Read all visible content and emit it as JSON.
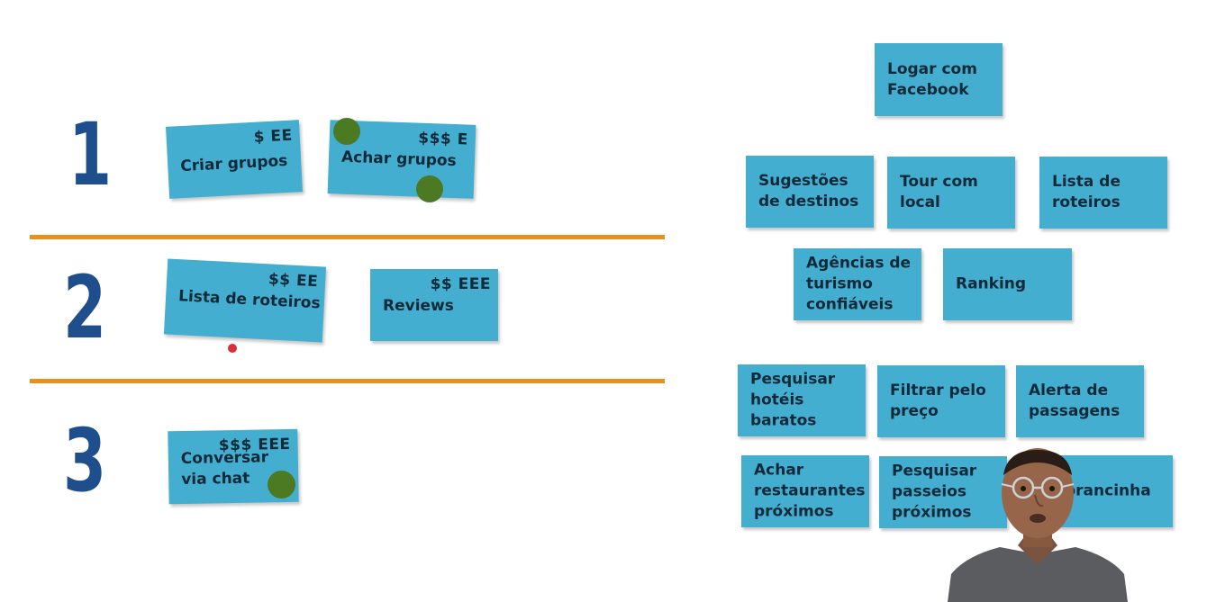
{
  "priorities": [
    {
      "label": "1"
    },
    {
      "label": "2"
    },
    {
      "label": "3"
    }
  ],
  "left_notes": [
    {
      "title": "Criar grupos",
      "price": "$ EE"
    },
    {
      "title": "Achar grupos",
      "price": "$$$ E"
    },
    {
      "title": "Lista de roteiros",
      "price": "$$ EE"
    },
    {
      "title": "Reviews",
      "price": "$$ EEE"
    },
    {
      "title": "Conversar via chat",
      "price": "$$$ EEE"
    }
  ],
  "right_notes": [
    {
      "title": "Logar com Facebook"
    },
    {
      "title": "Sugestões de destinos"
    },
    {
      "title": "Tour com local"
    },
    {
      "title": "Lista de roteiros"
    },
    {
      "title": "Agências de turismo confiáveis"
    },
    {
      "title": "Ranking"
    },
    {
      "title": "Pesquisar hotéis baratos"
    },
    {
      "title": "Filtrar pelo preço"
    },
    {
      "title": "Alerta de passagens"
    },
    {
      "title": "Achar restaurantes próximos"
    },
    {
      "title": "Pesquisar passeios próximos"
    },
    {
      "title": "brancinha"
    }
  ],
  "colors": {
    "note": "#43aecf",
    "numbers": "#1e4f8c",
    "divider": "#e8901c",
    "vote_dot": "#4b7a23",
    "red_dot": "#d8313b"
  }
}
